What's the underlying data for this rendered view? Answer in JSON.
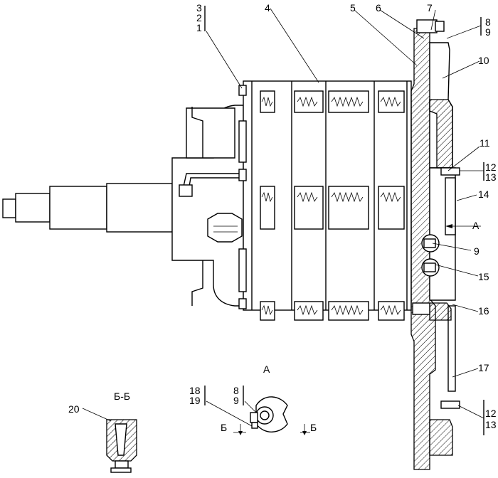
{
  "callouts": {
    "c1": "1",
    "c2": "2",
    "c3": "3",
    "c4": "4",
    "c5": "5",
    "c6": "6",
    "c7": "7",
    "c8": "8",
    "c9": "9",
    "c10": "10",
    "c11": "11",
    "c12": "12",
    "c13": "13",
    "c14": "14",
    "c9b": "9",
    "c15": "15",
    "c16": "16",
    "c17": "17",
    "c12b": "12",
    "c13b": "13",
    "c18": "18",
    "c19": "19",
    "c8b": "8",
    "c9c": "9",
    "c20": "20"
  },
  "view_labels": {
    "view_a_arrow": "А",
    "view_a_title": "А",
    "section_bb_title": "Б-Б",
    "section_b_left": "Б",
    "section_b_right": "Б"
  }
}
